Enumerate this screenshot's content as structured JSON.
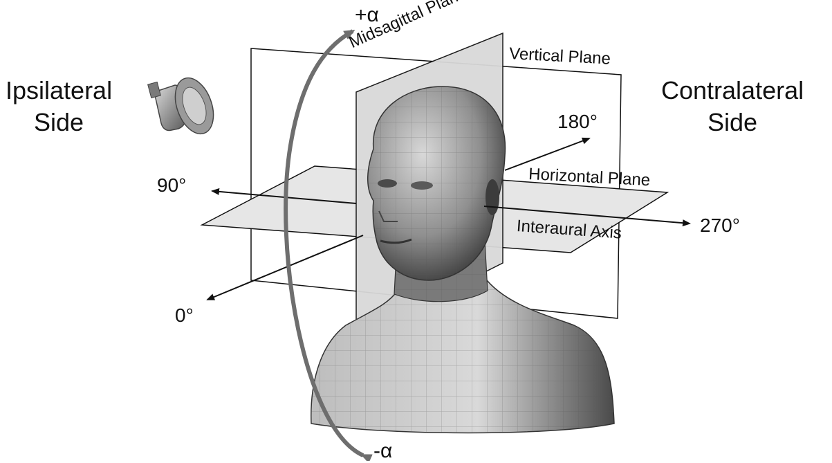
{
  "diagram": {
    "sides": {
      "ipsilateral": [
        "Ipsilateral",
        "Side"
      ],
      "contralateral": [
        "Contralateral",
        "Side"
      ]
    },
    "elevation": {
      "plus": "+α",
      "minus": "-α"
    },
    "azimuth": {
      "a0": "0°",
      "a90": "90°",
      "a180": "180°",
      "a270": "270°"
    },
    "planes": {
      "midsagittal": "Midsagittal Plane",
      "vertical": "Vertical Plane",
      "horizontal": "Horizontal Plane",
      "axis": "Interaural Axis"
    },
    "icons": {
      "source": "loudspeaker-icon",
      "head": "head-mesh-model"
    },
    "colors": {
      "line": "#111111",
      "plane_fill": "#e6e6e6",
      "mesh": "#8a8a8a",
      "alpha_arrow": "#707070"
    }
  }
}
